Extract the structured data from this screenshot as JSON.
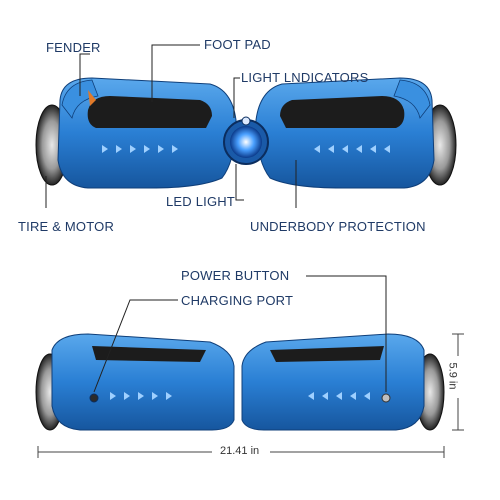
{
  "labels": {
    "fender": "FENDER",
    "foot_pad": "FOOT PAD",
    "light_indicators": "LIGHT LNDICATORS",
    "led_light": "LED LIGHT",
    "tire_motor": "TIRE & MOTOR",
    "underbody_protection": "UNDERBODY PROTECTION",
    "power_button": "POWER BUTTON",
    "charging_port": "CHARGING PORT"
  },
  "dimensions": {
    "width": "21.41 in",
    "height": "5.9 in"
  },
  "colors": {
    "body": "#2a7fd4",
    "body_dark": "#1a5aa8",
    "label_text": "#1f3a66",
    "pad": "#1c1c1c",
    "line": "#222222"
  }
}
